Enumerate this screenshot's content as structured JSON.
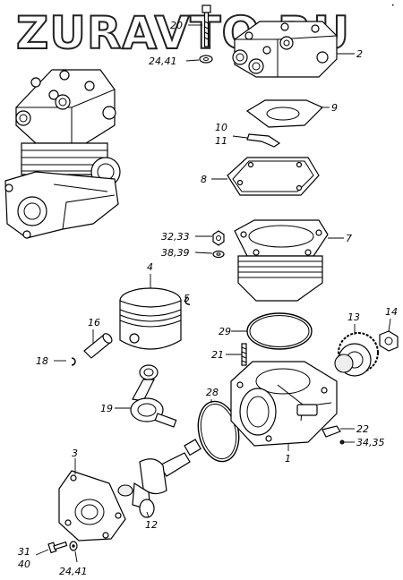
{
  "watermark": "ZURAVTO.RU",
  "corner_mark": "•",
  "labels": {
    "l20": "20",
    "l2": "2",
    "l2441_top": "24,41",
    "l9": "9",
    "l10": "10",
    "l11": "11",
    "l8": "8",
    "l3233": "32,33",
    "l3839": "38,39",
    "l7": "7",
    "l4": "4",
    "l5": "5",
    "l16": "16",
    "l18": "18",
    "l29": "29",
    "l21": "21",
    "l13": "13",
    "l14": "14",
    "l19": "19",
    "l28": "28",
    "l22": "22",
    "l3435": "34,35",
    "l1": "1",
    "l3": "3",
    "l12": "12",
    "l31": "31",
    "l40": "40",
    "l2441_bottom": "24,41"
  }
}
